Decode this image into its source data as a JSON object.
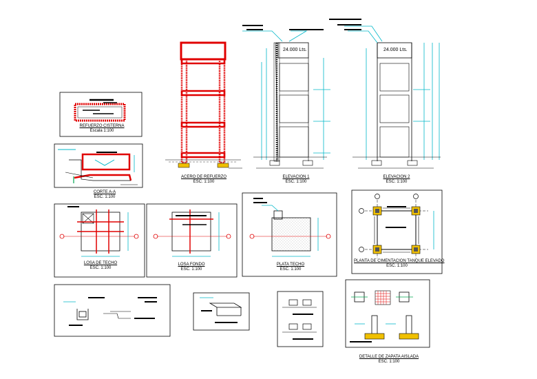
{
  "sheet": {
    "colors": {
      "rebar": "#e00000",
      "dim": "#00b7c9",
      "line": "#000000",
      "accent": "#00a651",
      "magenta": "#ff00ff",
      "yellow": "#f0c000"
    },
    "views": {
      "refuerzo_cisterna": {
        "title": "REFUERZO CISTERNA",
        "scale": "Escala 1:100"
      },
      "corte_a": {
        "title": "CORTE A-A",
        "scale": "ESC. 1:100"
      },
      "acero_refuerzo": {
        "title": "ACERO DE REFUERZO",
        "scale": "ESC. 1:100"
      },
      "elevacion_1": {
        "title": "ELEVACION 1",
        "scale": "ESC. 1:100",
        "tank_label": "24.000 Lts."
      },
      "elevacion_2": {
        "title": "ELEVACION 2",
        "scale": "ESC. 1:100",
        "tank_label": "24.000 Lts."
      },
      "losa_techo": {
        "title": "LOSA DE TECHO",
        "scale": "ESC. 1:100"
      },
      "losa_fondo": {
        "title": "LOSA FONDO",
        "scale": "ESC. 1:100"
      },
      "plata_techo": {
        "title": "PLATA TECHO",
        "scale": "ESC. 1:100"
      },
      "planta_cimentacion": {
        "title": "PLANTA DE CIMENTACION TANQUE ELEVADO",
        "scale": "ESC. 1:100"
      },
      "detalle_zapata": {
        "title": "DETALLE DE ZAPATA AISLADA",
        "scale": "ESC. 1:100"
      }
    }
  }
}
